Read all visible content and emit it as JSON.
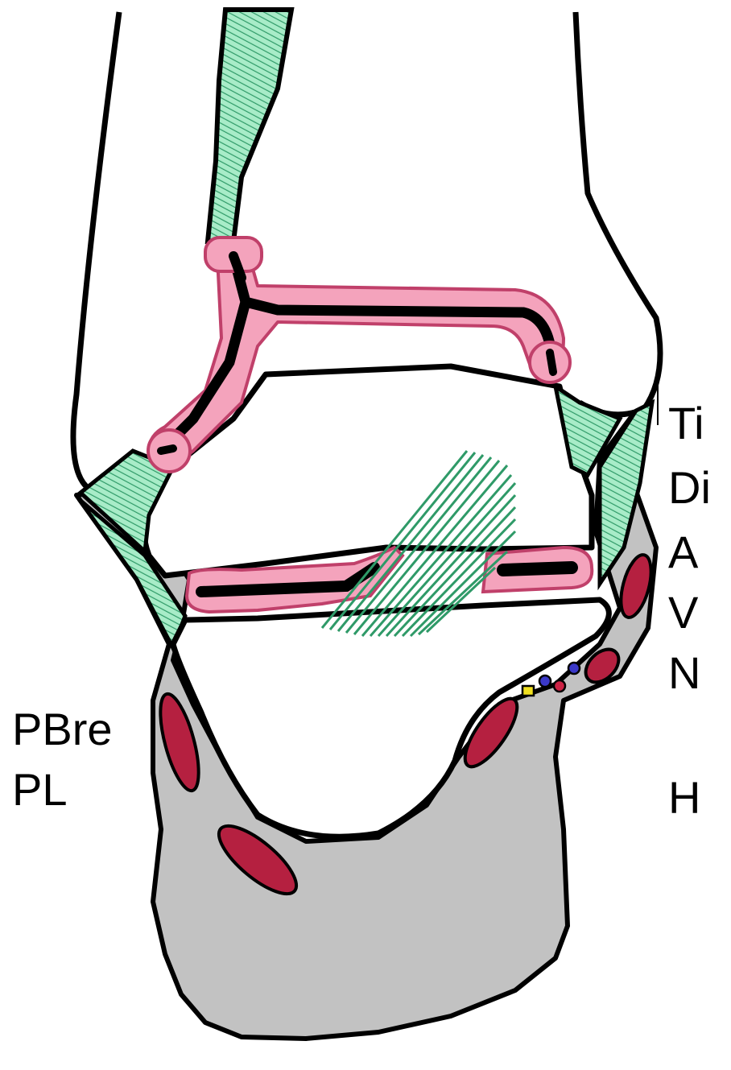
{
  "labels": {
    "right": [
      "Ti",
      "Di",
      "A",
      "V",
      "N",
      "H"
    ],
    "left": [
      "PBre",
      "PL"
    ]
  },
  "colors": {
    "ligament": "#a8ecc8",
    "ligament_hatch": "#2f9a68",
    "cartilage": "#f4a3bc",
    "cartilage_edge": "#c0406a",
    "soft_tissue": "#c2c2c2",
    "tendon": "#b52040",
    "artery": "#cc2244",
    "vein": "#3a38c8",
    "nerve": "#f0e020",
    "outline": "#000000",
    "bone": "#ffffff"
  }
}
